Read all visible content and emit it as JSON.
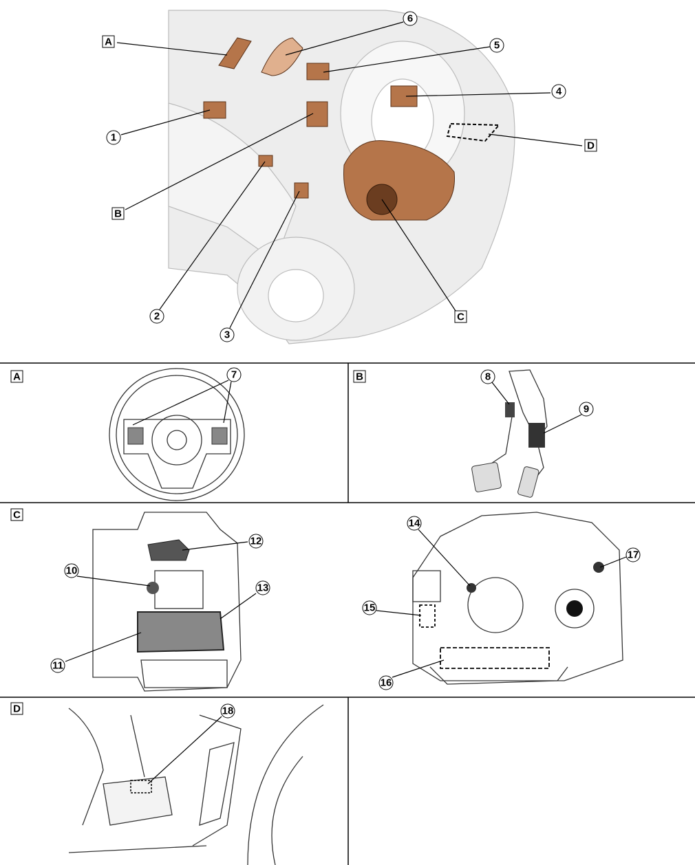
{
  "overview": {
    "callouts": [
      "1",
      "2",
      "3",
      "4",
      "5",
      "6"
    ],
    "views": [
      "A",
      "B",
      "C",
      "D"
    ]
  },
  "panels": {
    "a": {
      "label": "A",
      "callouts": [
        "7"
      ]
    },
    "b": {
      "label": "B",
      "callouts": [
        "8",
        "9"
      ]
    },
    "c": {
      "label": "C",
      "callouts": [
        "10",
        "11",
        "12",
        "13",
        "14",
        "15",
        "16",
        "17"
      ]
    },
    "d": {
      "label": "D",
      "callouts": [
        "18"
      ]
    }
  },
  "colors": {
    "component": "#b5754a",
    "ghost_body": "#ededed",
    "line": "#000000"
  }
}
